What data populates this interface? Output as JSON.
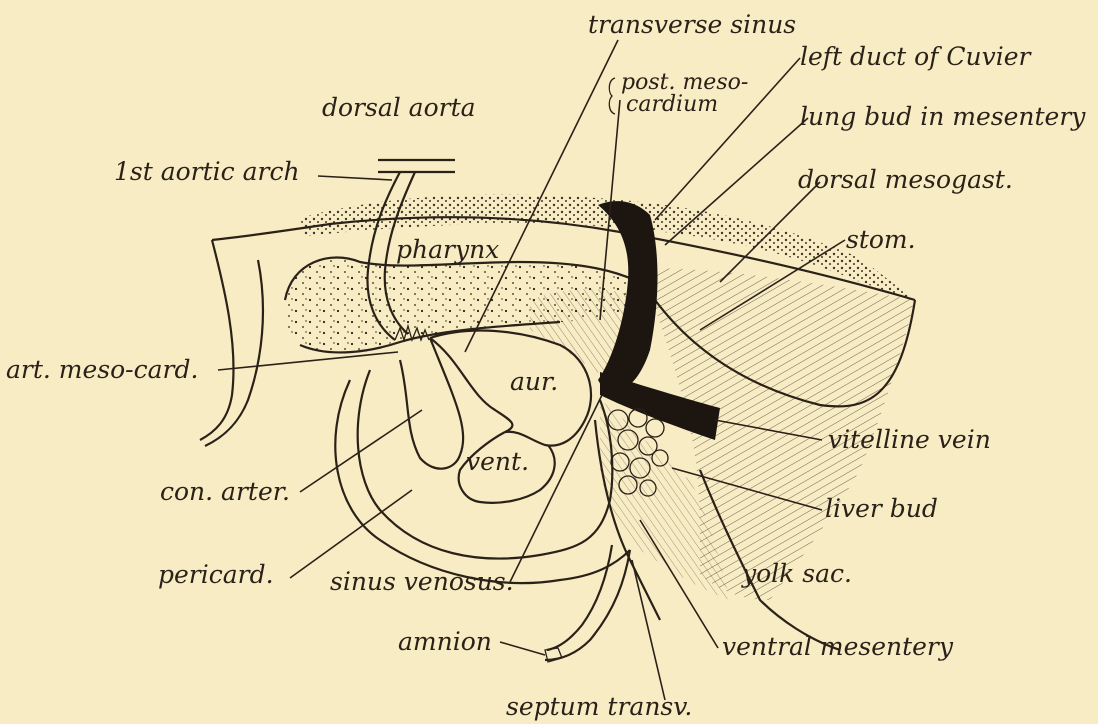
{
  "figure": {
    "background": "#f7ecc4",
    "ink": "#2a2118",
    "labels": {
      "transverse_sinus": "transverse sinus",
      "post_meso_1": "post. meso-",
      "post_meso_2": "cardium",
      "left_duct": "left duct of Cuvier",
      "dorsal_aorta": "dorsal aorta",
      "lung_bud": "lung bud in mesentery",
      "first_arch": "1st aortic arch",
      "dorsal_mesogast": "dorsal mesogast.",
      "stom": "stom.",
      "pharynx": "pharynx",
      "art_meso_card": "art. meso-card.",
      "aur": "aur.",
      "vent": "vent.",
      "vitelline_vein": "vitelline vein",
      "con_arter": "con. arter.",
      "liver_bud": "liver bud",
      "pericard": "pericard.",
      "sinus_venosus": "sinus venosus.",
      "yolk_sac": "yolk sac.",
      "amnion": "amnion",
      "ventral_mesentery": "ventral mesentery",
      "septum_transv": "septum transv."
    }
  }
}
